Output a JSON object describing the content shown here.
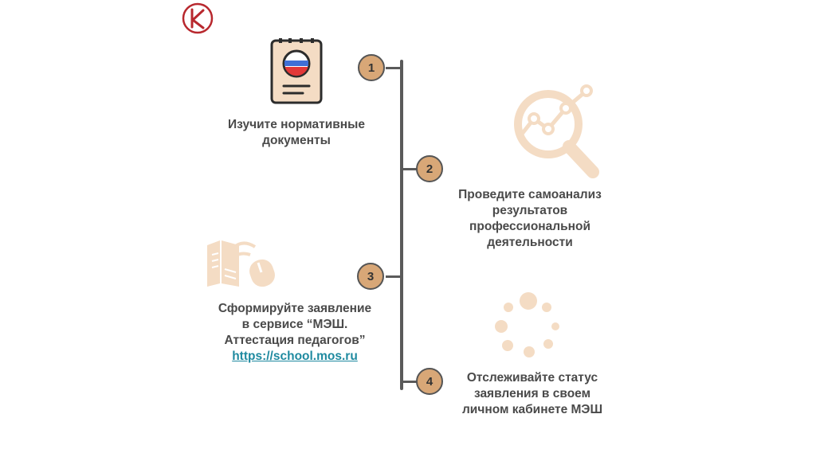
{
  "colors": {
    "accent": "#d8a777",
    "accent_light": "#f4dcc4",
    "line": "#5a5a5a",
    "text": "#4a4a4a",
    "link": "#1f8aa0",
    "logo": "#b8282e"
  },
  "steps": [
    {
      "number": "1",
      "lines": [
        "Изучите нормативные",
        "документы"
      ],
      "icon": "document-flag-icon"
    },
    {
      "number": "2",
      "lines": [
        "Проведите самоанализ",
        "результатов",
        "профессиональной",
        "деятельности"
      ],
      "icon": "magnifier-chart-icon"
    },
    {
      "number": "3",
      "lines": [
        "Сформируйте заявление",
        "в сервисе “МЭШ.",
        "Аттестация педагогов”"
      ],
      "link": "https://school.mos.ru",
      "icon": "book-mouse-icon"
    },
    {
      "number": "4",
      "lines": [
        "Отслеживайте статус",
        "заявления в своем",
        "личном кабинете МЭШ"
      ],
      "icon": "loading-spinner-icon"
    }
  ]
}
